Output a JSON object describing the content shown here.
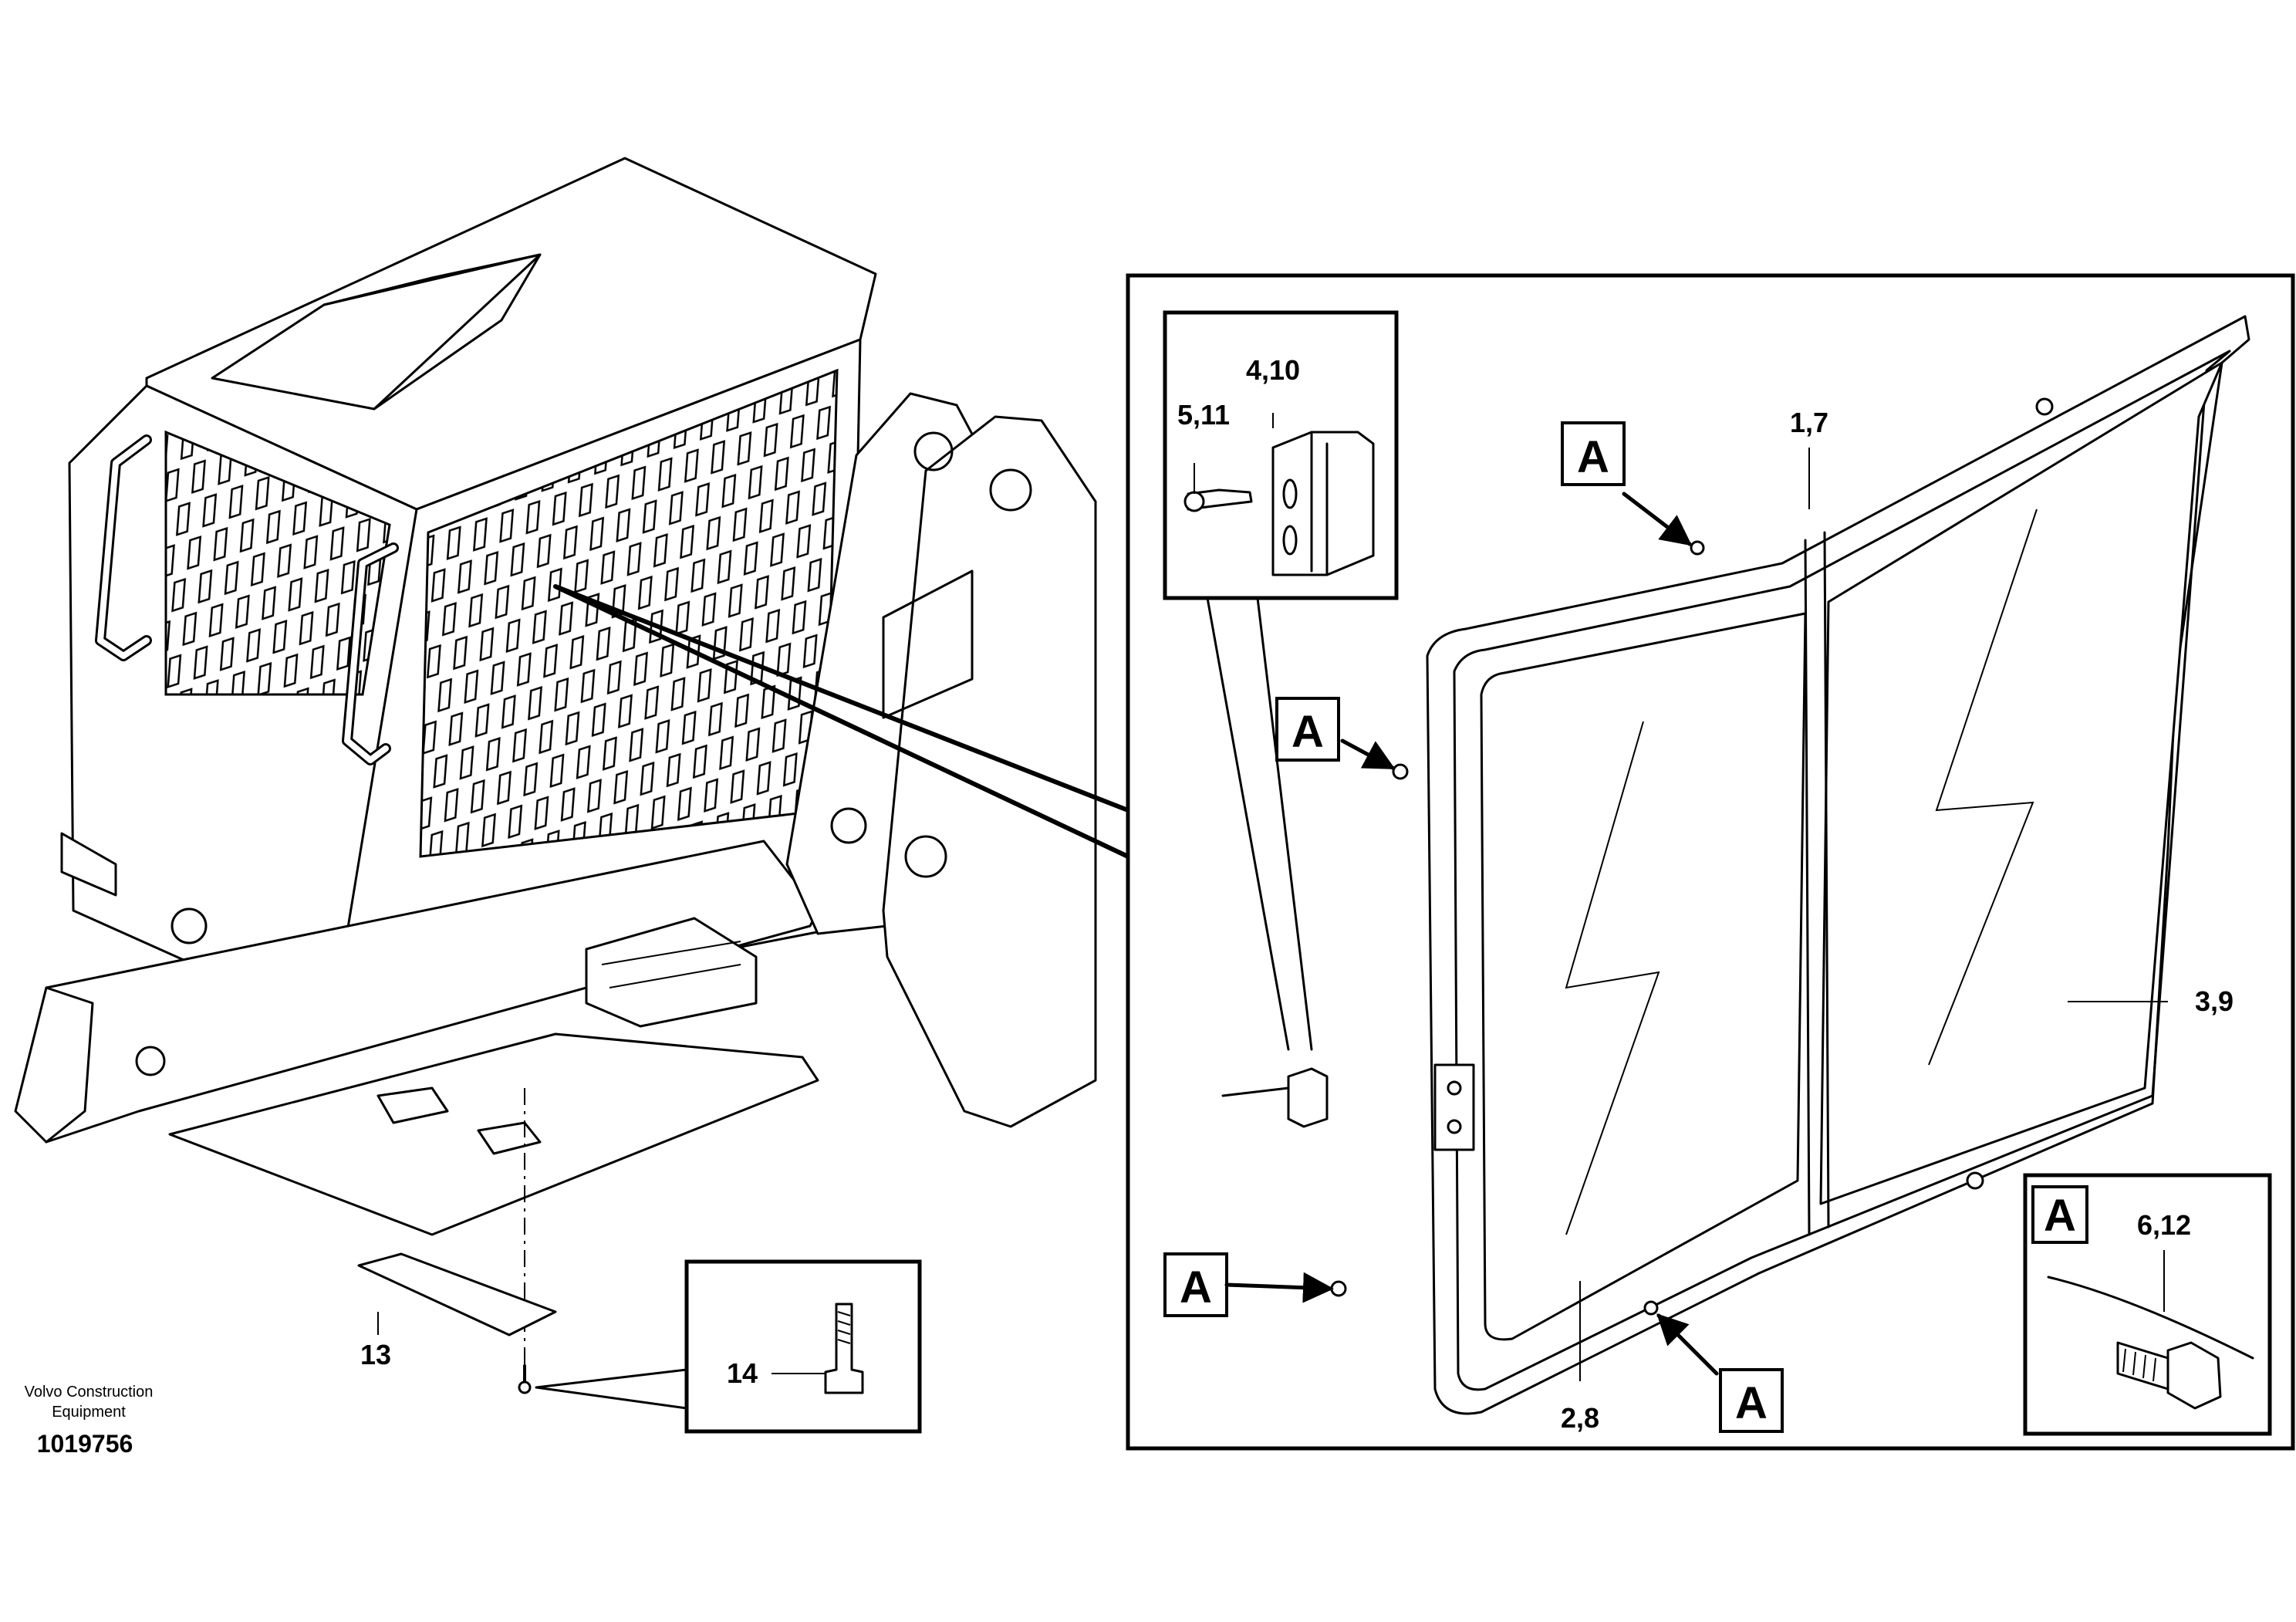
{
  "callouts": {
    "part_1_7": "1,7",
    "part_2_8": "2,8",
    "part_3_9": "3,9",
    "part_4_10": "4,10",
    "part_5_11": "5,11",
    "part_6_12": "6,12",
    "part_13": "13",
    "part_14": "14"
  },
  "detail_marker": "A",
  "footer": {
    "manufacturer_line1": "Volvo Construction",
    "manufacturer_line2": "Equipment",
    "drawing_number": "1019756"
  }
}
